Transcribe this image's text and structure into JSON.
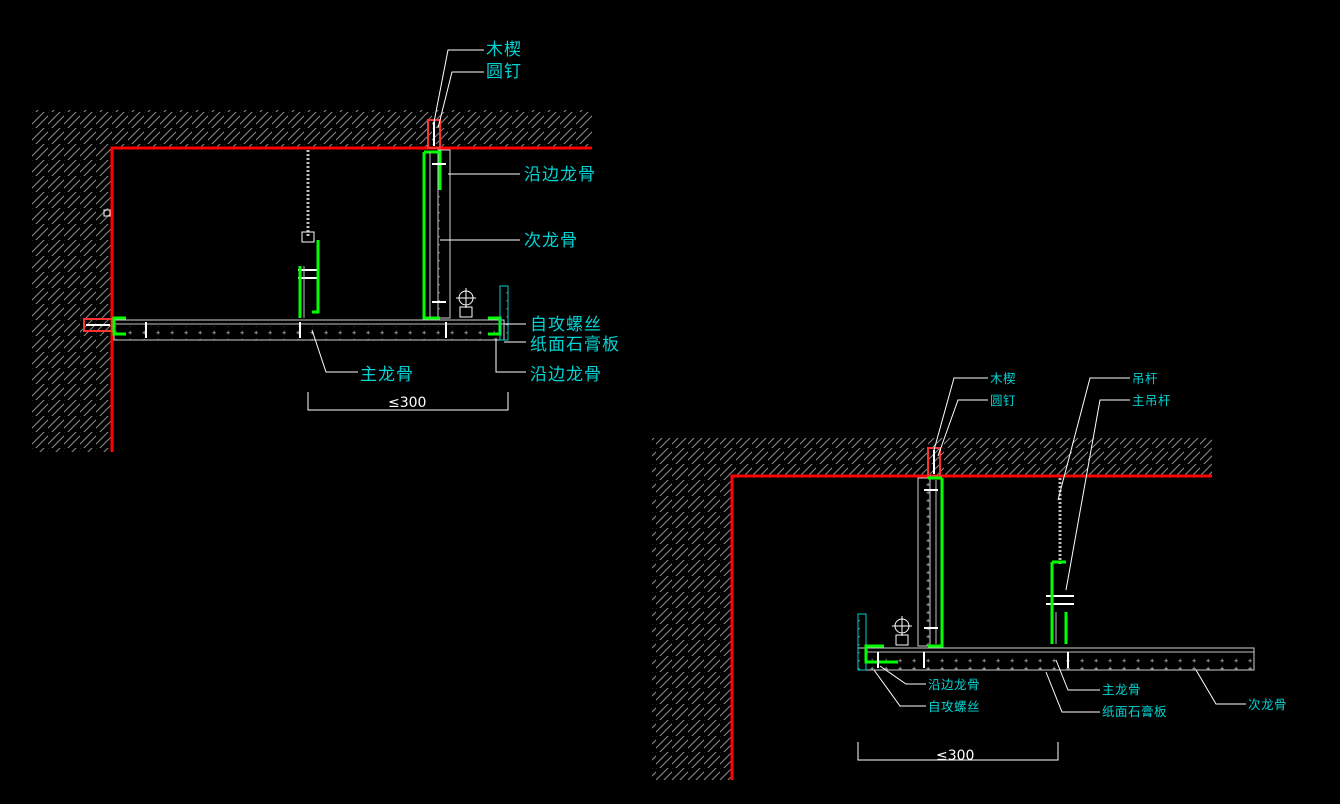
{
  "colors": {
    "background": "#000000",
    "wall_line": "#ff0000",
    "profile": "#00ff00",
    "label_text": "#00d4d4",
    "leader": "#ffffff",
    "hatch": "#8c8c8c"
  },
  "detail_a": {
    "labels": {
      "wood_wedge": "木楔",
      "round_nail": "圆钉",
      "edge_keel_top": "沿边龙骨",
      "secondary_keel": "次龙骨",
      "self_tapping_screw": "自攻螺丝",
      "gypsum_board": "纸面石膏板",
      "main_keel": "主龙骨",
      "edge_keel_bottom": "沿边龙骨"
    },
    "dimension": "≤300"
  },
  "detail_b": {
    "labels": {
      "wood_wedge": "木楔",
      "round_nail": "圆钉",
      "hanger_rod": "吊杆",
      "main_hanger": "主吊杆",
      "edge_keel": "沿边龙骨",
      "self_tapping_screw": "自攻螺丝",
      "main_keel": "主龙骨",
      "gypsum_board": "纸面石膏板",
      "secondary_keel": "次龙骨"
    },
    "dimension": "≤300"
  }
}
